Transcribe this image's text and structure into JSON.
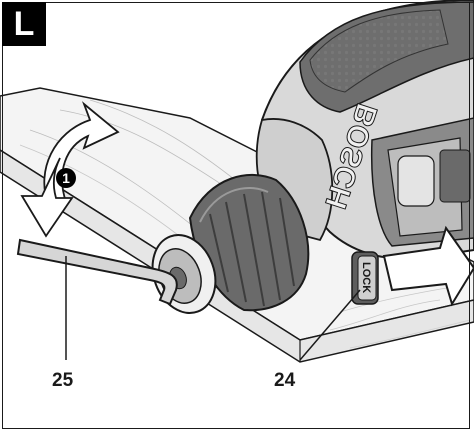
{
  "panel": {
    "letter": "L"
  },
  "step": {
    "number": "1"
  },
  "callouts": {
    "hex_key": "25",
    "lock_button": "24"
  },
  "labels": {
    "brand": "BOSCH",
    "lock_button_text": "LOCK"
  },
  "colors": {
    "ink": "#1a1a1a",
    "tool_body": "#d8d8d8",
    "chuck": "#5a5a5a",
    "grip": "#6e6e6e",
    "board": "#f2f2f2"
  },
  "icons": [
    "rotation-arrow-icon",
    "push-arrow-icon"
  ]
}
